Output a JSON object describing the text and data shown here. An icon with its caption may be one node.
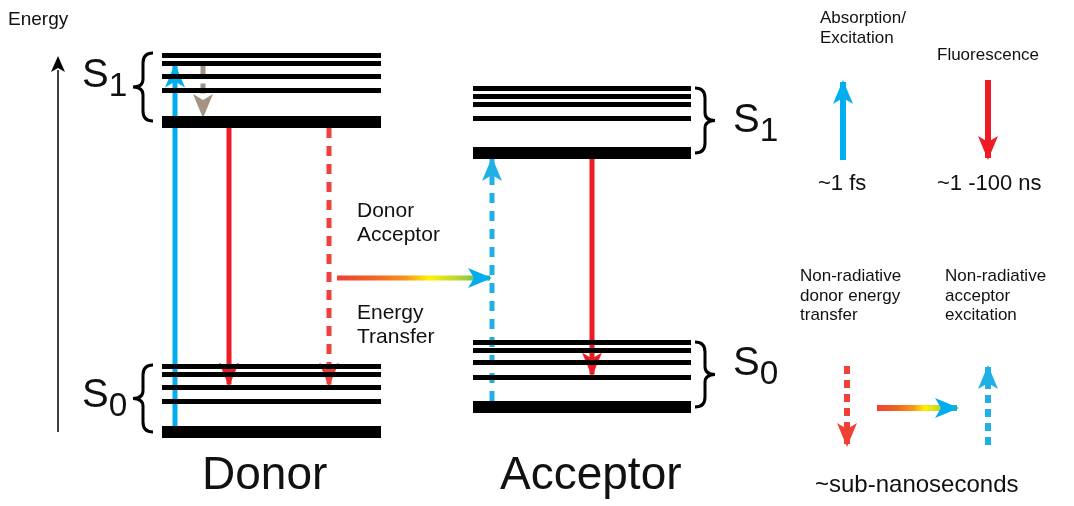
{
  "diagram": {
    "nodes": [
      {
        "text": [],
        "shape": "bar"
      },
      {
        "text": [],
        "shape": "bar"
      },
      {
        "text": [],
        "shape": "bar"
      },
      {
        "text": [],
        "shape": "bar"
      },
      {
        "text": [],
        "shape": "bar"
      },
      {
        "text": [],
        "shape": "bar"
      },
      {
        "text": [],
        "shape": "bar"
      },
      {
        "text": [],
        "shape": "bar"
      },
      {
        "text": [],
        "shape": "bar"
      },
      {
        "text": [],
        "shape": "bar"
      },
      {
        "text": [],
        "shape": "bar"
      },
      {
        "text": [],
        "shape": "bar"
      },
      {
        "text": [],
        "shape": "bar"
      },
      {
        "text": [],
        "shape": "bar"
      },
      {
        "text": [],
        "shape": "bar"
      },
      {
        "text": [],
        "shape": "bar"
      },
      {
        "text": [],
        "shape": "bar"
      },
      {
        "text": [],
        "shape": "bar"
      },
      {
        "text": [],
        "shape": "bar"
      },
      {
        "text": [],
        "shape": "bar"
      }
    ],
    "edges": [
      {
        "from": 9,
        "to": 1,
        "arrow": "to",
        "color": "#00aeef"
      },
      {
        "from": 1,
        "to": 4,
        "arrow": "to",
        "style": "dashed",
        "color": "#a39383"
      },
      {
        "from": 4,
        "to": 7,
        "arrow": "to",
        "color": "#ed1c24"
      },
      {
        "from": 4,
        "to": 7,
        "arrow": "to",
        "style": "dashed",
        "color": "#ef4136"
      },
      {
        "from": 19,
        "to": 14,
        "arrow": "to",
        "style": "dashed",
        "color": "#1fb1e6"
      },
      {
        "from": 14,
        "to": 18,
        "arrow": "to",
        "color": "#ed1c24"
      }
    ],
    "labels": [
      "Energy",
      "S$_{1}$",
      "S$_{0}$",
      "Donor Acceptor",
      "Energy Transfer",
      "S$_{1}$",
      "S$_{0}$",
      "Donor",
      "Acceptor",
      "~1 fs",
      "~1 -100 ns",
      "~sub-nanoseconds"
    ],
    "legend": [
      {
        "text": "Absorption/ Excitation"
      },
      {
        "text": "Fluorescence"
      },
      {
        "text": "Non-radiative donor energy transfer"
      },
      {
        "text": "Non-radiative acceptor excitation"
      }
    ]
  }
}
